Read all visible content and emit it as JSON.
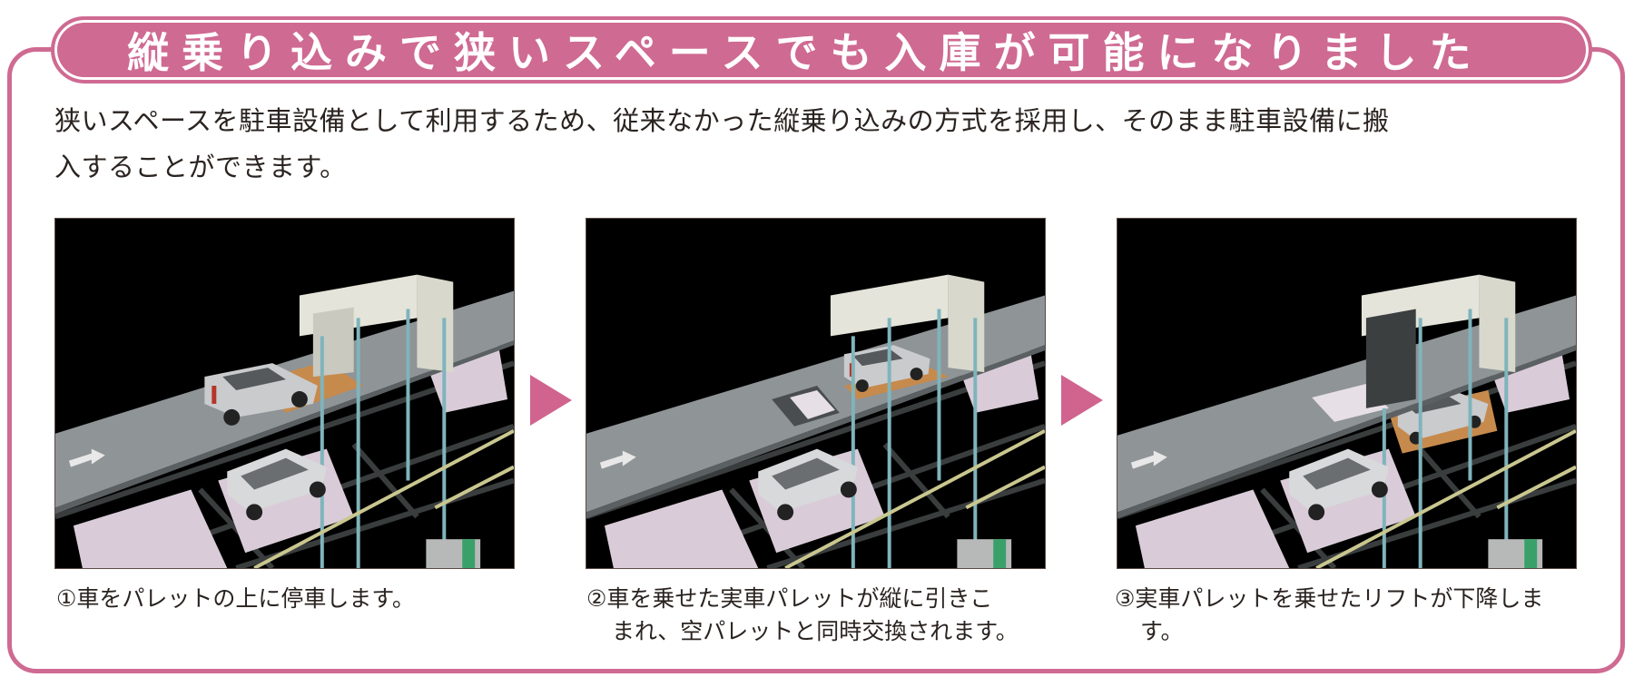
{
  "header": {
    "title": "縦乗り込みで狭いスペースでも入庫が可能になりました"
  },
  "intro": {
    "text": "狭いスペースを駐車設備として利用するため、従来なかった縦乗り込みの方式を採用し、そのまま駐車設備に搬入することができます。",
    "line1": "狭いスペースを駐車設備として利用するため、従来なかった縦乗り込みの方式を採用し、そのまま駐車設備に搬",
    "line2": "入することができます。"
  },
  "steps": [
    {
      "image_alt": "車がパレット上に停車している立体駐車場の3D図",
      "caption_line1": "①車をパレットの上に停車します。",
      "caption_line2": ""
    },
    {
      "image_alt": "実車パレットが縦に引き込まれる立体駐車場の3D図",
      "caption_line1": "②車を乗せた実車パレットが縦に引きこ",
      "caption_line2": "まれ、空パレットと同時交換されます。"
    },
    {
      "image_alt": "リフトが下降する立体駐車場の3D図",
      "caption_line1": "③実車パレットを乗せたリフトが下降しま",
      "caption_line2": "す。"
    }
  ],
  "colors": {
    "accent": "#cf6a92",
    "text": "#2a2320",
    "image_bg": "#000000"
  }
}
